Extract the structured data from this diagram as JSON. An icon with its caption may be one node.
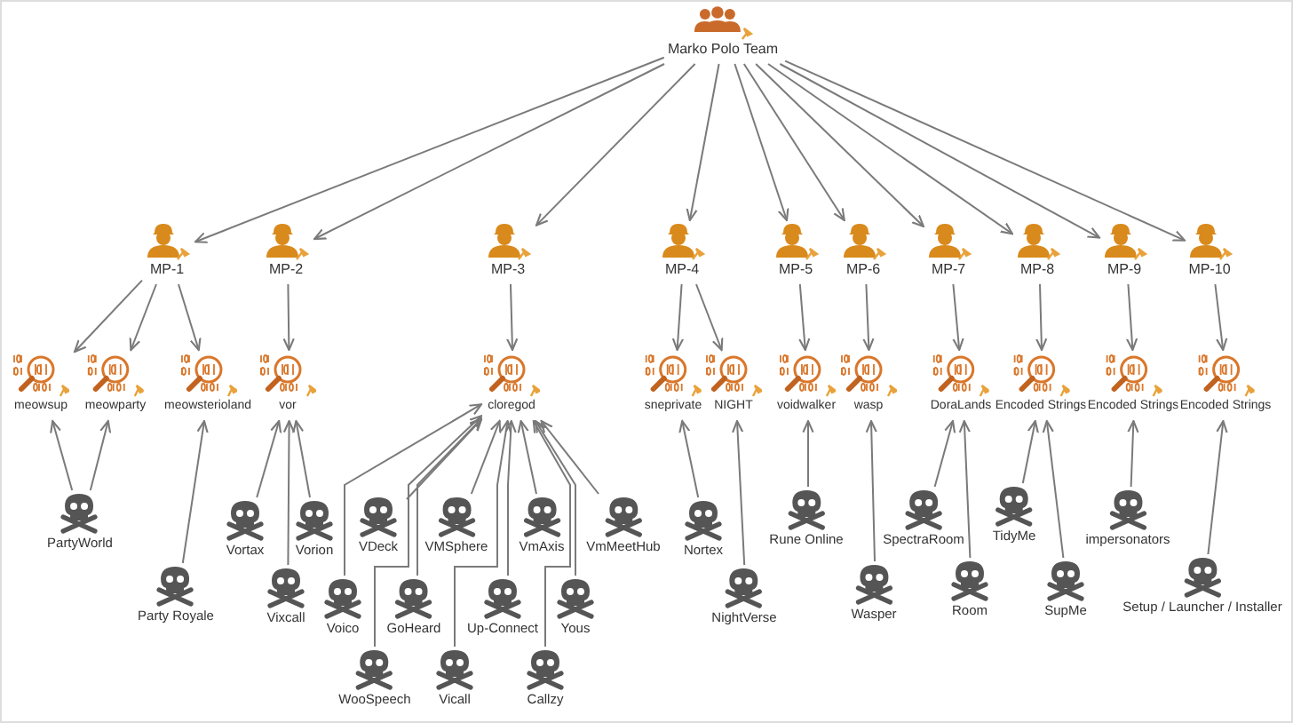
{
  "diagram": {
    "nodes": [
      {
        "text": [
          "Marko Polo Team"
        ]
      },
      {
        "text": [
          "MP-1"
        ]
      },
      {
        "text": [
          "MP-2"
        ]
      },
      {
        "text": [
          "MP-3"
        ]
      },
      {
        "text": [
          "MP-4"
        ]
      },
      {
        "text": [
          "MP-5"
        ]
      },
      {
        "text": [
          "MP-6"
        ]
      },
      {
        "text": [
          "MP-7"
        ]
      },
      {
        "text": [
          "MP-8"
        ]
      },
      {
        "text": [
          "MP-9"
        ]
      },
      {
        "text": [
          "MP-10"
        ]
      },
      {
        "text": [
          "meowsup"
        ]
      },
      {
        "text": [
          "meowparty"
        ]
      },
      {
        "text": [
          "meowsterioland"
        ]
      },
      {
        "text": [
          "vor"
        ]
      },
      {
        "text": [
          "cloregod"
        ]
      },
      {
        "text": [
          "sneprivate"
        ]
      },
      {
        "text": [
          "NIGHT"
        ]
      },
      {
        "text": [
          "voidwalker"
        ]
      },
      {
        "text": [
          "wasp"
        ]
      },
      {
        "text": [
          "DoraLands"
        ]
      },
      {
        "text": [
          "Encoded Strings"
        ]
      },
      {
        "text": [
          "Encoded Strings"
        ]
      },
      {
        "text": [
          "Encoded Strings"
        ]
      },
      {
        "text": [
          "PartyWorld"
        ]
      },
      {
        "text": [
          "Party Royale"
        ]
      },
      {
        "text": [
          "Vortax"
        ]
      },
      {
        "text": [
          "Vorion"
        ]
      },
      {
        "text": [
          "Vixcall"
        ]
      },
      {
        "text": [
          "VDeck"
        ]
      },
      {
        "text": [
          "VMSphere"
        ]
      },
      {
        "text": [
          "VmAxis"
        ]
      },
      {
        "text": [
          "VmMeetHub"
        ]
      },
      {
        "text": [
          "Voico"
        ]
      },
      {
        "text": [
          "GoHeard"
        ]
      },
      {
        "text": [
          "Up-Connect"
        ]
      },
      {
        "text": [
          "Yous"
        ]
      },
      {
        "text": [
          "WooSpeech"
        ]
      },
      {
        "text": [
          "Vicall"
        ]
      },
      {
        "text": [
          "Callzy"
        ]
      },
      {
        "text": [
          "Nortex"
        ]
      },
      {
        "text": [
          "NightVerse"
        ]
      },
      {
        "text": [
          "Rune Online"
        ]
      },
      {
        "text": [
          "Wasper"
        ]
      },
      {
        "text": [
          "SpectraRoom"
        ]
      },
      {
        "text": [
          "Room"
        ]
      },
      {
        "text": [
          "TidyMe"
        ]
      },
      {
        "text": [
          "SupMe"
        ]
      },
      {
        "text": [
          "impersonators"
        ]
      },
      {
        "text": [
          "Setup / Launcher / Installer"
        ]
      }
    ],
    "edges": [
      {
        "from": 0,
        "to": 1,
        "arrow": "to"
      },
      {
        "from": 0,
        "to": 2,
        "arrow": "to"
      },
      {
        "from": 0,
        "to": 3,
        "arrow": "to"
      },
      {
        "from": 0,
        "to": 4,
        "arrow": "to"
      },
      {
        "from": 0,
        "to": 5,
        "arrow": "to"
      },
      {
        "from": 0,
        "to": 6,
        "arrow": "to"
      },
      {
        "from": 0,
        "to": 7,
        "arrow": "to"
      },
      {
        "from": 0,
        "to": 8,
        "arrow": "to"
      },
      {
        "from": 0,
        "to": 9,
        "arrow": "to"
      },
      {
        "from": 0,
        "to": 10,
        "arrow": "to"
      },
      {
        "from": 1,
        "to": 11,
        "arrow": "to"
      },
      {
        "from": 1,
        "to": 12,
        "arrow": "to"
      },
      {
        "from": 1,
        "to": 13,
        "arrow": "to"
      },
      {
        "from": 2,
        "to": 14,
        "arrow": "to"
      },
      {
        "from": 3,
        "to": 15,
        "arrow": "to"
      },
      {
        "from": 4,
        "to": 16,
        "arrow": "to"
      },
      {
        "from": 4,
        "to": 17,
        "arrow": "to"
      },
      {
        "from": 5,
        "to": 18,
        "arrow": "to"
      },
      {
        "from": 6,
        "to": 19,
        "arrow": "to"
      },
      {
        "from": 7,
        "to": 20,
        "arrow": "to"
      },
      {
        "from": 8,
        "to": 21,
        "arrow": "to"
      },
      {
        "from": 9,
        "to": 22,
        "arrow": "to"
      },
      {
        "from": 10,
        "to": 23,
        "arrow": "to"
      },
      {
        "from": 24,
        "to": 11,
        "arrow": "to"
      },
      {
        "from": 24,
        "to": 12,
        "arrow": "to"
      },
      {
        "from": 25,
        "to": 13,
        "arrow": "to"
      },
      {
        "from": 26,
        "to": 14,
        "arrow": "to"
      },
      {
        "from": 28,
        "to": 14,
        "arrow": "to"
      },
      {
        "from": 27,
        "to": 14,
        "arrow": "to"
      },
      {
        "from": 29,
        "to": 15,
        "arrow": "to"
      },
      {
        "from": 30,
        "to": 15,
        "arrow": "to"
      },
      {
        "from": 31,
        "to": 15,
        "arrow": "to"
      },
      {
        "from": 32,
        "to": 15,
        "arrow": "to"
      },
      {
        "from": 33,
        "to": 15,
        "arrow": "to"
      },
      {
        "from": 34,
        "to": 15,
        "arrow": "to"
      },
      {
        "from": 35,
        "to": 15,
        "arrow": "to"
      },
      {
        "from": 36,
        "to": 15,
        "arrow": "to"
      },
      {
        "from": 37,
        "to": 15,
        "arrow": "to"
      },
      {
        "from": 38,
        "to": 15,
        "arrow": "to"
      },
      {
        "from": 39,
        "to": 15,
        "arrow": "to"
      },
      {
        "from": 40,
        "to": 16,
        "arrow": "to"
      },
      {
        "from": 41,
        "to": 17,
        "arrow": "to"
      },
      {
        "from": 42,
        "to": 18,
        "arrow": "to"
      },
      {
        "from": 43,
        "to": 19,
        "arrow": "to"
      },
      {
        "from": 44,
        "to": 20,
        "arrow": "to"
      },
      {
        "from": 45,
        "to": 20,
        "arrow": "to"
      },
      {
        "from": 46,
        "to": 21,
        "arrow": "to"
      },
      {
        "from": 47,
        "to": 21,
        "arrow": "to"
      },
      {
        "from": 48,
        "to": 22,
        "arrow": "to"
      },
      {
        "from": 49,
        "to": 23,
        "arrow": "to"
      }
    ]
  }
}
